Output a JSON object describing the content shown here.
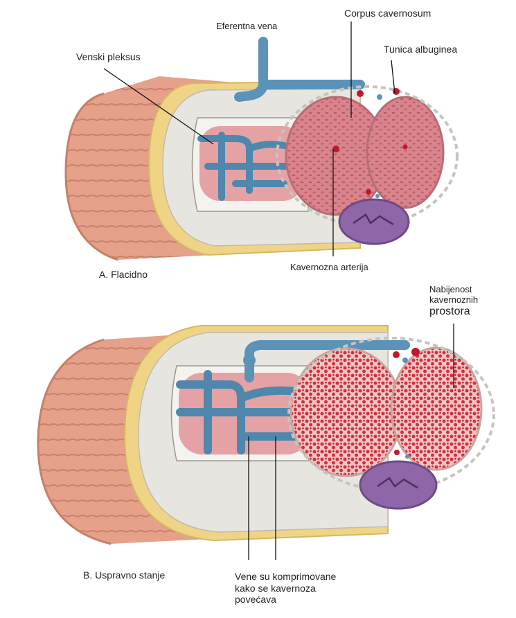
{
  "labels": {
    "eferentna_vena": "Eferentna vena",
    "corpus_cavernosum": "Corpus cavernosum",
    "venski_pleksus": "Venski pleksus",
    "tunica_albuginea": "Tunica albuginea",
    "kavernozna_arterija": "Kavernozna arterija",
    "flacidno": "A. Flacidno",
    "nabijenost_l1": "Nabijenost",
    "nabijenost_l2": "kavernoznih",
    "nabijenost_l3": "prostora",
    "uspravno_stanje": "B. Uspravno stanje",
    "vene_l1": "Vene su komprimovane",
    "vene_l2": "kako se kavernoza",
    "vene_l3": "povećava"
  },
  "colors": {
    "skin": "#e7a48d",
    "skin_dark": "#c77f69",
    "fat": "#efd486",
    "fascia": "#e8e6e1",
    "vein": "#5b93b8",
    "vein_dark": "#3f6f92",
    "pink_tissue": "#e4a2a5",
    "flaccid_tissue": "#d9848c",
    "erect_tissue": "#d53a46",
    "spongiosum": "#8f67a8",
    "artery": "#b91c2c",
    "leader": "#111111"
  }
}
